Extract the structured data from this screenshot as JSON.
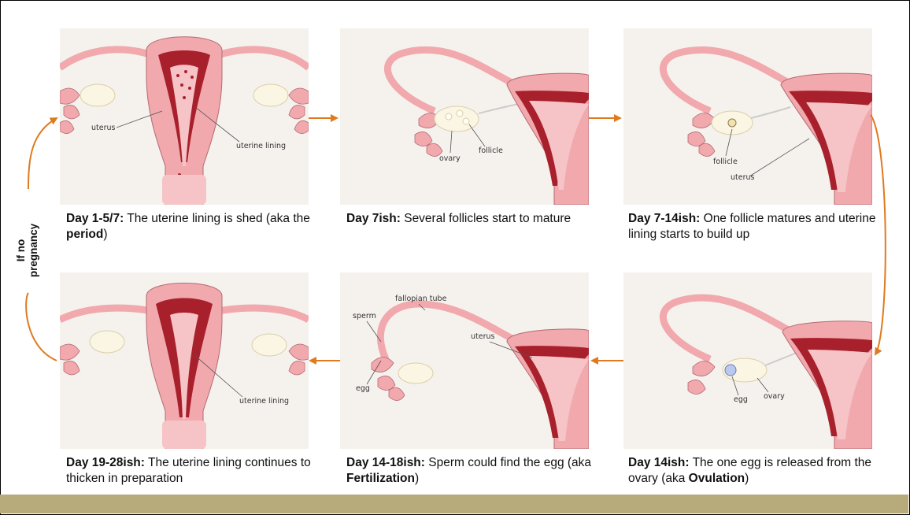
{
  "colors": {
    "arrow": "#e07a1f",
    "tissue": "#f1a9ae",
    "tissue_light": "#f6c4c6",
    "lining": "#a8202c",
    "outline": "#b46a70",
    "ovary": "#fbf5e4",
    "band": "#b7ab7b"
  },
  "side_label": {
    "line1": "If no",
    "line2": "pregnancy"
  },
  "panels": [
    {
      "bold": "Day 1-5/7:",
      "text1": " The uterine lining is shed (aka the ",
      "bold2": "period",
      "text2": ")",
      "labels": {
        "a": "uterus",
        "b": "uterine lining"
      }
    },
    {
      "bold": "Day 7ish:",
      "text1": " Several follicles start to mature",
      "labels": {
        "a": "ovary",
        "b": "follicle"
      }
    },
    {
      "bold": "Day 7-14ish:",
      "text1": " One follicle matures and uterine lining starts to build up",
      "labels": {
        "a": "follicle",
        "b": "uterus"
      }
    },
    {
      "bold": "Day 19-28ish:",
      "text1": " The uterine lining continues to thicken in preparation",
      "labels": {
        "a": "uterine lining"
      }
    },
    {
      "bold": "Day 14-18ish:",
      "text1": " Sperm could find the egg (aka ",
      "bold2": "Fertilization",
      "text2": ")",
      "labels": {
        "a": "fallopian tube",
        "b": "uterus",
        "c": "sperm",
        "d": "egg"
      }
    },
    {
      "bold": "Day 14ish:",
      "text1": " The one egg is released from the ovary (aka ",
      "bold2": "Ovulation",
      "text2": ")",
      "labels": {
        "a": "egg",
        "b": "ovary"
      }
    }
  ]
}
